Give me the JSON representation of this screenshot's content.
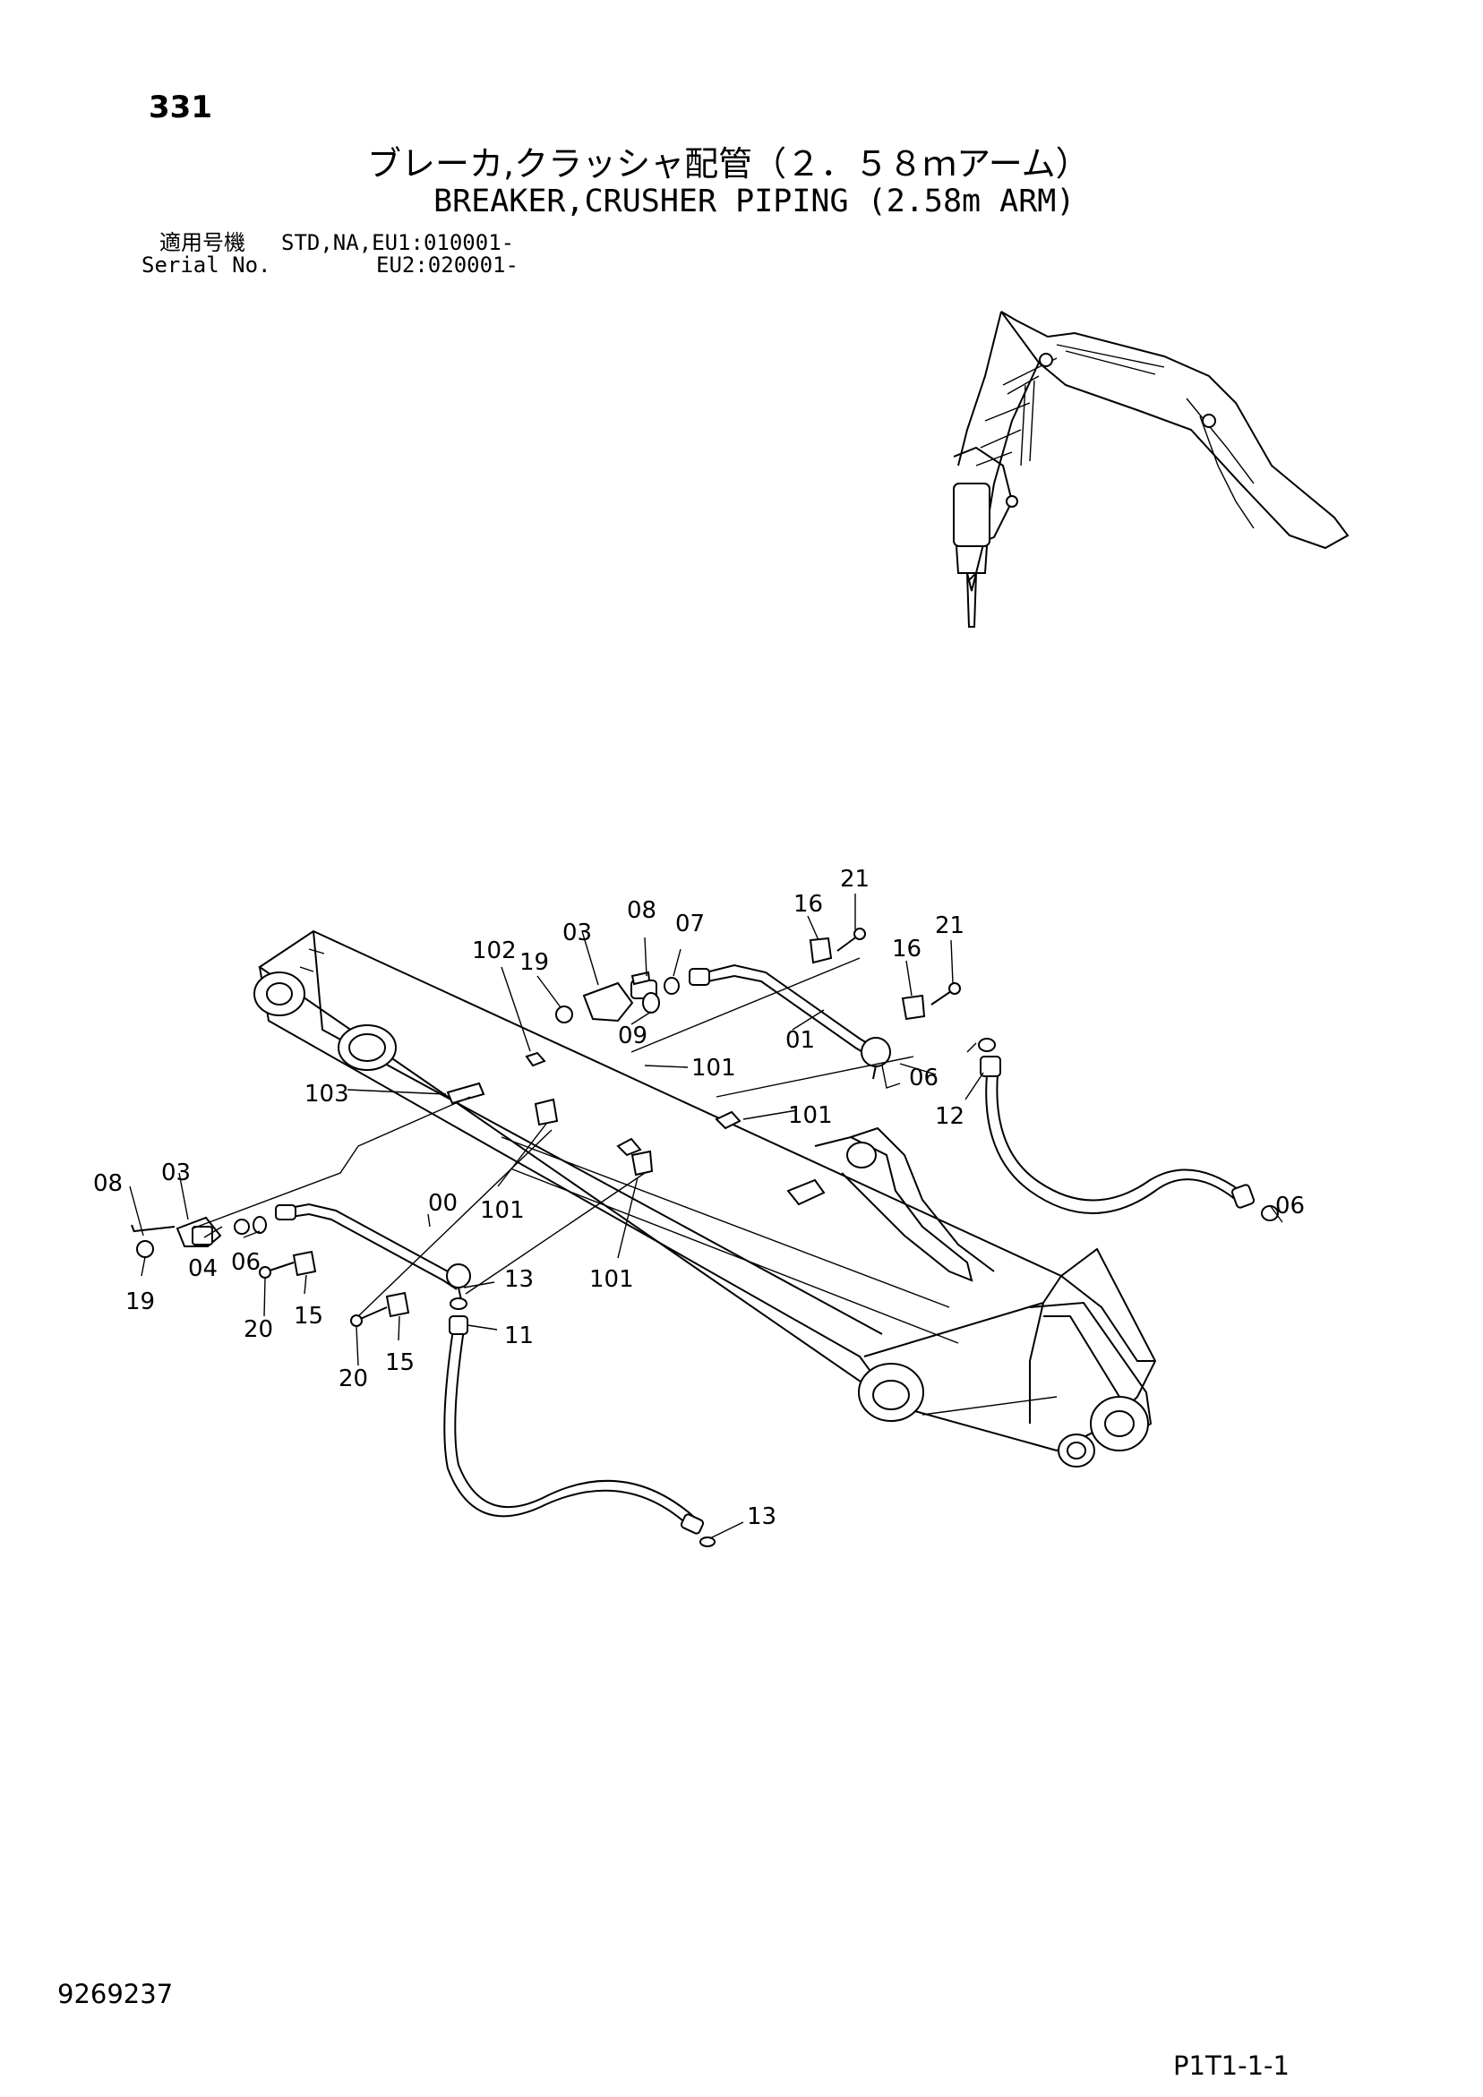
{
  "header": {
    "page_number": "331",
    "title_jp": "ブレーカ,クラッシャ配管（２．５８ｍアーム）",
    "title_en": "BREAKER,CRUSHER PIPING (2.58m ARM)",
    "serial_label_jp": "適用号機",
    "serial_label_en": "Serial No.",
    "serial_line1": "STD,NA,EU1:010001-",
    "serial_line2": "EU2:020001-"
  },
  "footer": {
    "drawing_number": "9269237",
    "sheet_code": "P1T1-1-1"
  },
  "callouts": {
    "c21a": "21",
    "c16a": "16",
    "c21b": "21",
    "c16b": "16",
    "c08a": "08",
    "c07": "07",
    "c03a": "03",
    "c102": "102",
    "c19a": "19",
    "c09": "09",
    "c01": "01",
    "c101a": "101",
    "c101b": "101",
    "c06a": "06",
    "c12": "12",
    "c103": "103",
    "c06b": "06",
    "c08b": "08",
    "c03b": "03",
    "c00": "00",
    "c101c": "101",
    "c04": "04",
    "c06c": "06",
    "c19b": "19",
    "c13a": "13",
    "c101d": "101",
    "c11": "11",
    "c20a": "20",
    "c15a": "15",
    "c20b": "20",
    "c15b": "15",
    "c13b": "13"
  }
}
